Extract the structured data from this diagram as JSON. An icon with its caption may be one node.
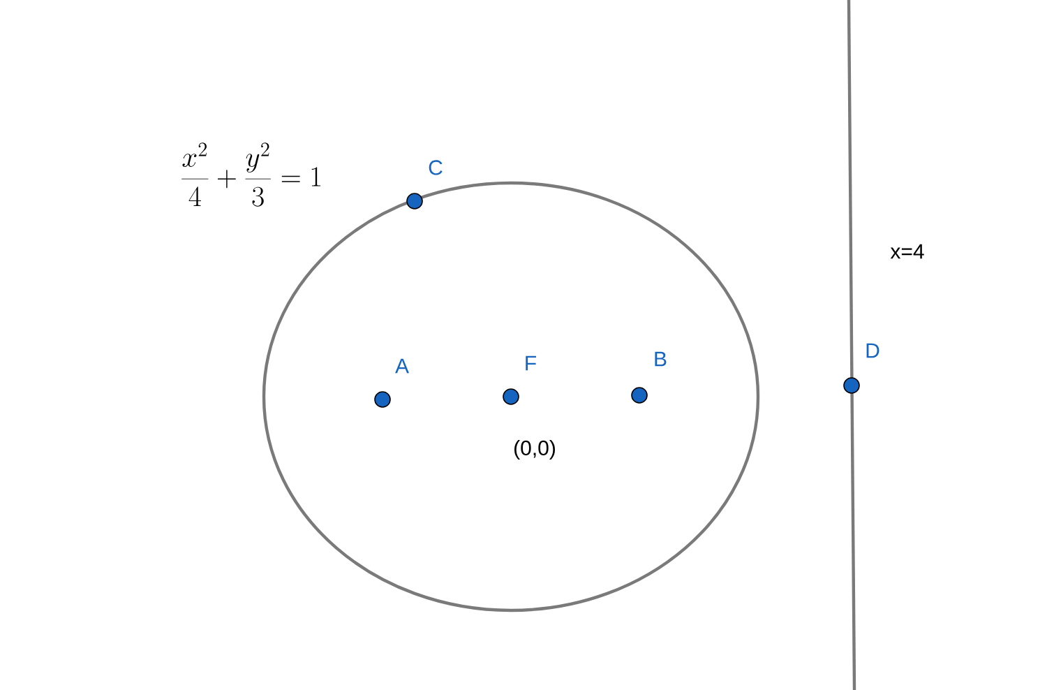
{
  "diagram": {
    "nodes": [
      {
        "text": [],
        "shape": "circle",
        "beside": [
          "C"
        ]
      },
      {
        "text": [],
        "shape": "circle",
        "beside": [
          "A"
        ]
      },
      {
        "text": [],
        "shape": "circle",
        "beside": [
          "F"
        ]
      },
      {
        "text": [],
        "shape": "circle",
        "beside": [
          "B"
        ]
      },
      {
        "text": [],
        "shape": "circle",
        "beside": [
          "D"
        ]
      }
    ],
    "labels": [
      "\\frac{x^2}{4}+\\frac{y^2}{3}=1",
      "x=4",
      "(0,0)"
    ]
  }
}
